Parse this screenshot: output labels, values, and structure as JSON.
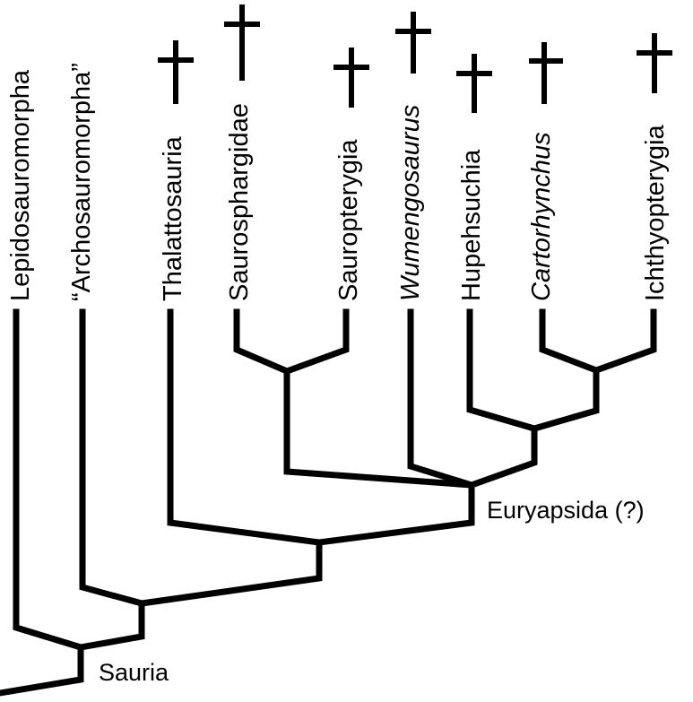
{
  "taxa": [
    {
      "id": "lepidosauromorpha",
      "label": "Lepidosauromorpha",
      "italic": false,
      "extinct": false
    },
    {
      "id": "archosauromorpha",
      "label": "“Archosauromorpha”",
      "italic": false,
      "extinct": false
    },
    {
      "id": "thalattosauria",
      "label": "Thalattosauria",
      "italic": false,
      "extinct": true
    },
    {
      "id": "saurosphargidae",
      "label": "Saurosphargidae",
      "italic": false,
      "extinct": true
    },
    {
      "id": "sauropterygia",
      "label": "Sauropterygia",
      "italic": false,
      "extinct": true
    },
    {
      "id": "wumengosaurus",
      "label": "Wumengosaurus",
      "italic": true,
      "extinct": true
    },
    {
      "id": "hupehsuchia",
      "label": "Hupehsuchia",
      "italic": false,
      "extinct": true
    },
    {
      "id": "cartorhynchus",
      "label": "Cartorhynchus",
      "italic": true,
      "extinct": true
    },
    {
      "id": "ichthyopterygia",
      "label": "Ichthyopterygia",
      "italic": false,
      "extinct": true
    }
  ],
  "clades": {
    "euryapsida": "Euryapsida (?)",
    "sauria": "Sauria"
  },
  "colors": {
    "line": "#000000",
    "background": "#ffffff"
  }
}
